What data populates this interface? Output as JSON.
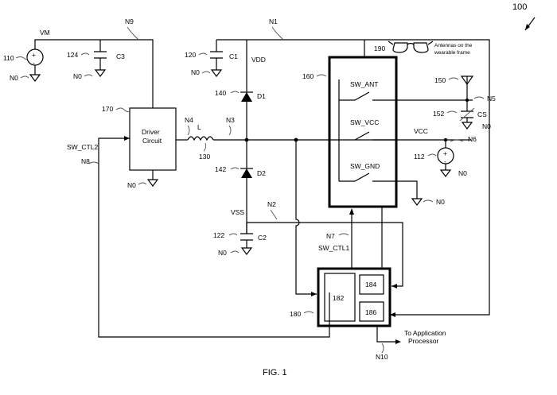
{
  "figure": {
    "figure_number": "100",
    "caption": "FIG. 1"
  },
  "nets": {
    "vm": "VM",
    "vdd": "VDD",
    "vss": "VSS",
    "vcc": "VCC",
    "n0": "N0",
    "n1": "N1",
    "n2": "N2",
    "n3": "N3",
    "n4": "N4",
    "n5": "N5",
    "n6": "N6",
    "n7": "N7",
    "n8": "N8",
    "n9": "N9",
    "n10": "N10"
  },
  "components": {
    "source_110": {
      "ref": "110"
    },
    "cap_c3": {
      "ref": "124",
      "label": "C3"
    },
    "driver": {
      "ref": "170",
      "line1": "Driver",
      "line2": "Circuit"
    },
    "inductor": {
      "label": "L",
      "ref": "130"
    },
    "cap_c1": {
      "ref": "120",
      "label": "C1"
    },
    "diode_d1": {
      "ref": "140",
      "label": "D1"
    },
    "diode_d2": {
      "ref": "142",
      "label": "D2"
    },
    "cap_c2": {
      "ref": "122",
      "label": "C2"
    },
    "switch_block": {
      "ref": "160",
      "sw_ant": "SW_ANT",
      "sw_vcc": "SW_VCC",
      "sw_gnd": "SW_GND"
    },
    "glasses": {
      "ref": "190",
      "caption_line1": "Antennas on the",
      "caption_line2": "wearable frame"
    },
    "antenna": {
      "ref": "150"
    },
    "cap_cs": {
      "ref": "152",
      "label": "CS"
    },
    "source_112": {
      "ref": "112"
    },
    "controller": {
      "ref": "180",
      "block_182": "182",
      "block_184": "184",
      "block_186": "186"
    }
  },
  "signals": {
    "sw_ctl1": "SW_CTL1",
    "sw_ctl2": "SW_CTL2",
    "to_app_line1": "To Application",
    "to_app_line2": "Processor"
  }
}
